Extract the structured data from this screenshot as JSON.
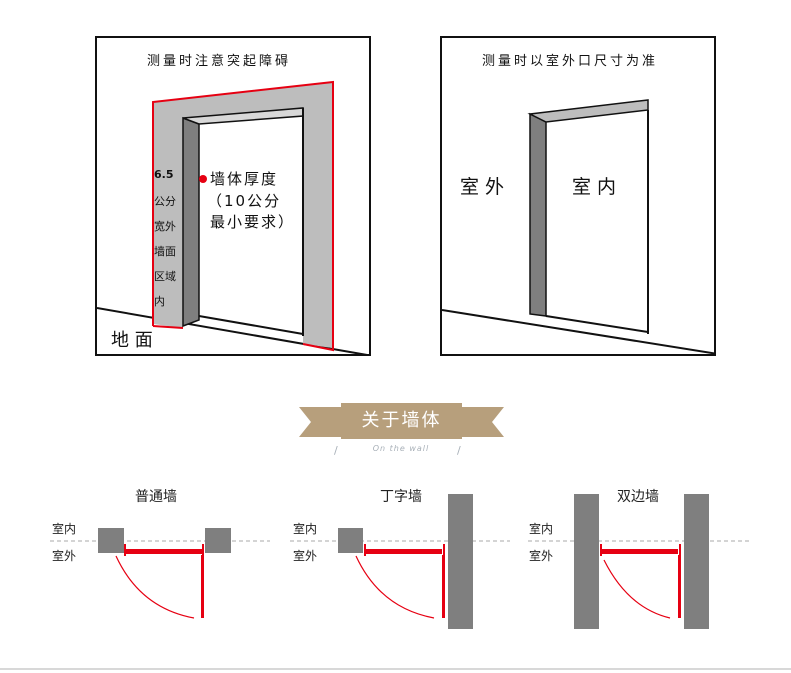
{
  "panel_left": {
    "title": "测量时注意突起障碍",
    "side_note": [
      "6.5",
      "公分",
      "宽外",
      "墙面",
      "区域",
      "内"
    ],
    "callout_line1": "墙体厚度",
    "callout_line2": "（10公分",
    "callout_line3": "最小要求）",
    "ground_label": "地 面"
  },
  "panel_right": {
    "title": "测量时以室外口尺寸为准",
    "outside_label": "室 外",
    "inside_label": "室 内"
  },
  "section": {
    "title": "关于墙体",
    "subtitle": "On the wall"
  },
  "diagrams": [
    {
      "title": "普通墙",
      "inside": "室内",
      "outside": "室外"
    },
    {
      "title": "丁字墙",
      "inside": "室内",
      "outside": "室外"
    },
    {
      "title": "双边墙",
      "inside": "室内",
      "outside": "室外"
    }
  ],
  "colors": {
    "wall": "#7f7f7f",
    "door": "#e60012",
    "frame": "#bdbdbd",
    "ribbon": "#b79f7c"
  }
}
